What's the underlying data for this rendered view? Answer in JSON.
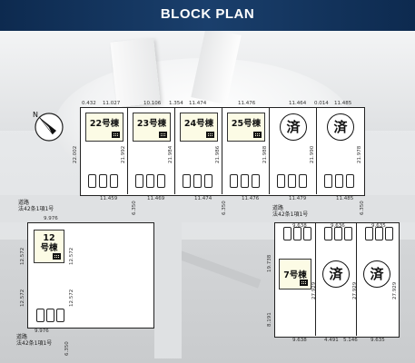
{
  "header": {
    "title": "BLOCK PLAN"
  },
  "compass": {
    "letter": "N"
  },
  "sold_mark": "済",
  "top_row": {
    "lots": [
      {
        "name": "22号棟",
        "sold": false
      },
      {
        "name": "23号棟",
        "sold": false
      },
      {
        "name": "24号棟",
        "sold": false
      },
      {
        "name": "25号棟",
        "sold": false
      },
      {
        "name": "",
        "sold": true
      },
      {
        "name": "",
        "sold": true
      }
    ],
    "top_widths": [
      "0.432",
      "11.027",
      "10.106",
      "1.354",
      "11.474",
      "11.476",
      "11.464",
      "0.014",
      "11.485"
    ],
    "bottom_widths": [
      "11.459",
      "11.469",
      "11.474",
      "11.476",
      "11.479",
      "11.485"
    ],
    "depths": [
      "22.002",
      "21.992",
      "21.984",
      "21.986",
      "21.988",
      "21.990",
      "21.978"
    ]
  },
  "road_mid": {
    "label_l1": "道路",
    "label_l2": "法42条1項1号",
    "label_r1": "道路",
    "label_r2": "法42条1項1号",
    "width_l": "9.976",
    "w1": "6.350",
    "w2": "6.350",
    "w3": "6.350"
  },
  "lot12": {
    "name_l1": "12",
    "name_l2": "号棟",
    "d1": "12.572",
    "d2": "12.572",
    "d3": "12.572",
    "d4": "12.572",
    "bottom": "9.976"
  },
  "road_bot": {
    "label_l1": "道路",
    "label_l2": "法42条1項1号",
    "width": "6.350"
  },
  "right_block": {
    "lot7": {
      "name": "7号棟"
    },
    "top": [
      "9.638",
      "9.636",
      "9.635"
    ],
    "bottom": [
      "9.638",
      "4.491",
      "5.146",
      "9.635"
    ],
    "depths": [
      "19.738",
      "8.191",
      "27.929",
      "27.929",
      "27.929"
    ]
  }
}
